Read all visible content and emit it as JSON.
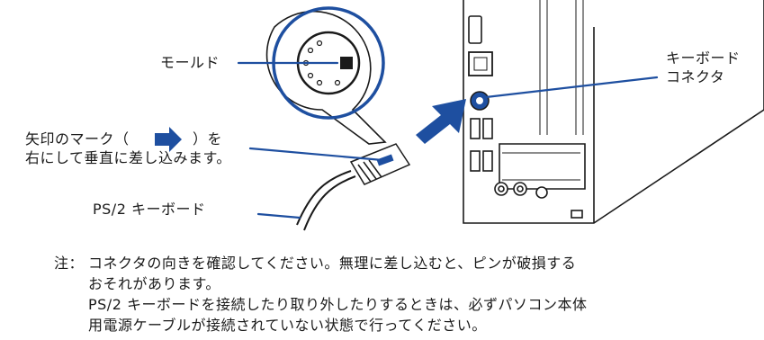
{
  "labels": {
    "mold": "モールド",
    "keyboard_connector_line1": "キーボード",
    "keyboard_connector_line2": "コネクタ",
    "arrow_mark_before": "矢印のマーク（",
    "arrow_mark_after": "）を",
    "insert_instruction": "右にして垂直に差し込みます。",
    "ps2_keyboard": "PS/2 キーボード"
  },
  "note": {
    "prefix": "注：",
    "line1": "コネクタの向きを確認してください。無理に差し込むと、ピンが破損する",
    "line2": "おそれがあります。",
    "line3": "PS/2 キーボードを接続したり取り外したりするときは、必ずパソコン本体",
    "line4": "用電源ケーブルが接続されていない状態で行ってください。"
  },
  "colors": {
    "accent_blue": "#1e4fa0",
    "line_black": "#1a1a1a",
    "panel_gray": "#6e6e6e"
  }
}
